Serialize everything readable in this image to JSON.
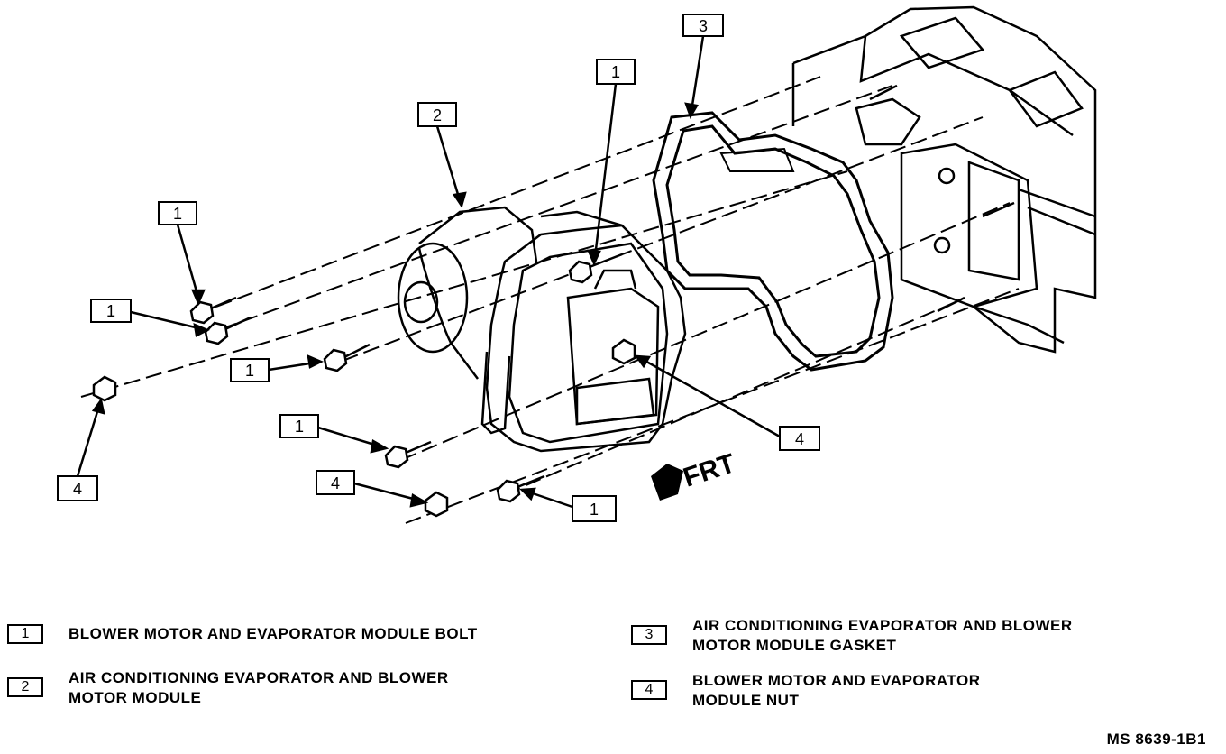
{
  "callouts": [
    {
      "n": "1"
    },
    {
      "n": "1"
    },
    {
      "n": "1"
    },
    {
      "n": "1"
    },
    {
      "n": "1"
    },
    {
      "n": "1"
    },
    {
      "n": "2"
    },
    {
      "n": "3"
    },
    {
      "n": "4"
    },
    {
      "n": "4"
    },
    {
      "n": "4"
    }
  ],
  "frt_label": "FRT",
  "legend": [
    {
      "number": "1",
      "lines": [
        "BLOWER MOTOR AND EVAPORATOR MODULE BOLT"
      ]
    },
    {
      "number": "2",
      "lines": [
        "AIR CONDITIONING EVAPORATOR AND BLOWER",
        "MOTOR MODULE"
      ]
    },
    {
      "number": "3",
      "lines": [
        "AIR CONDITIONING EVAPORATOR AND BLOWER",
        "MOTOR MODULE GASKET"
      ]
    },
    {
      "number": "4",
      "lines": [
        "BLOWER MOTOR AND EVAPORATOR",
        "MODULE NUT"
      ]
    }
  ],
  "figure_code": "MS 8639-1B1"
}
